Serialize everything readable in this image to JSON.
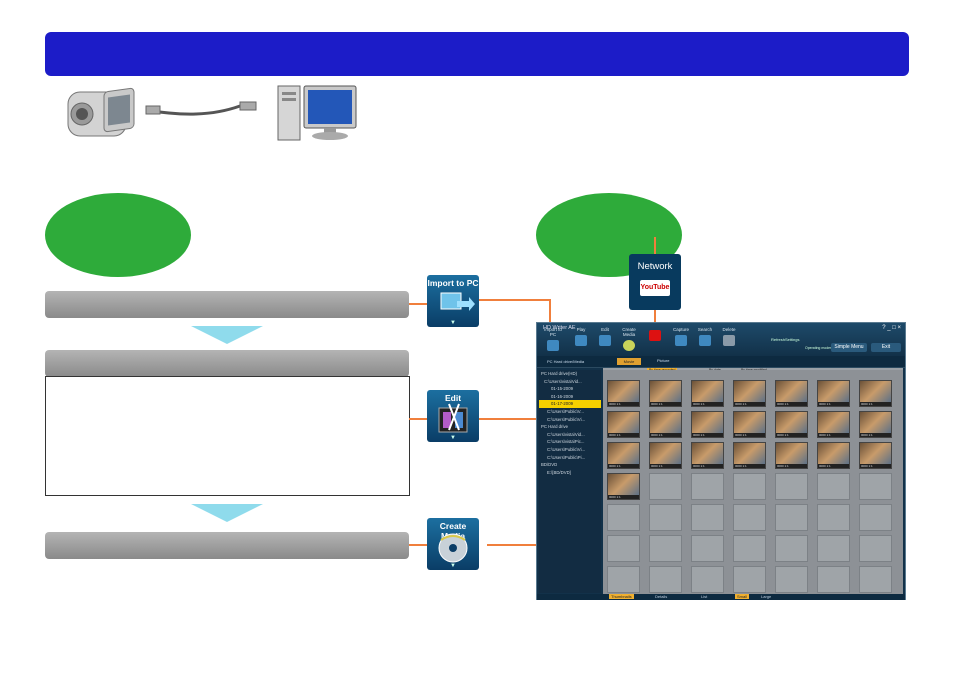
{
  "network_tile": {
    "label": "Network",
    "service": "YouTube"
  },
  "icons": {
    "import": "Import to PC",
    "edit": "Edit",
    "create_media": "Create Media"
  },
  "app": {
    "title": "HD Writer AE",
    "toolbar": [
      "Import to PC",
      "Play",
      "Edit",
      "Create Media",
      "",
      "Capture",
      "Search",
      "Delete"
    ],
    "refresh": "Refresh",
    "settings": "Settings",
    "operating_modes": "Operating modes",
    "simple_menu": "Simple Menu",
    "exit": "Exit",
    "location": "PC Hard drive/Media",
    "tabs": [
      "Movie",
      "Picture"
    ],
    "sort_options": [
      "By time recorded",
      "By date",
      "By time modified"
    ],
    "tree": [
      "PC Hard drive(HD)",
      "C:\\Users\\vista\\Vid...",
      "01-15-2009",
      "01-16-2009",
      "01-17-2009",
      "C:\\Users\\Public\\V...",
      "C:\\Users\\Public\\Vi...",
      "PC Hard drive",
      "C:\\Users\\vista\\Vid...",
      "C:\\Users\\vista\\Pic...",
      "C:\\Users\\Public\\Vi...",
      "C:\\Users\\Public\\Pi...",
      "BD/DVD",
      "E:\\[BD/DVD]"
    ],
    "thumb_label": "0000 1:1",
    "status": [
      "Thumbnails",
      "Details",
      "List",
      "Small",
      "Large"
    ]
  },
  "colors": {
    "header": "#1c1cc8",
    "oval": "#2eab3a",
    "connector": "#f07f3c",
    "down_arrow": "#8fdbec"
  }
}
